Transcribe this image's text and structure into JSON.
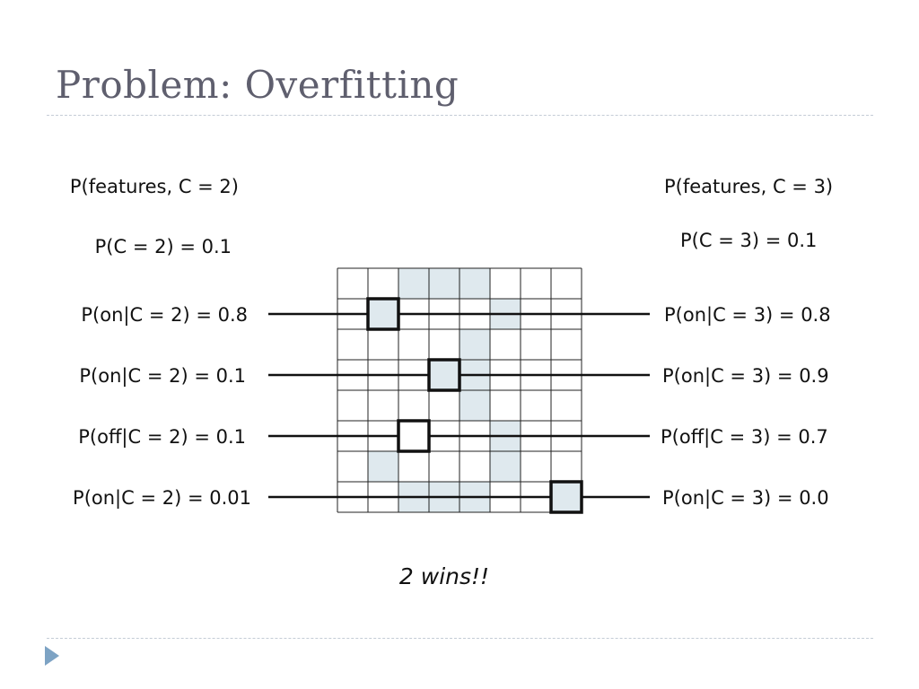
{
  "slide": {
    "title": "Problem: Overfitting",
    "conclusion": "2 wins!!"
  },
  "left_column": {
    "joint": "P(features, C = 2)",
    "prior": "P(C = 2) = 0.1",
    "rows": [
      "P(on|C = 2) = 0.8",
      "P(on|C = 2) = 0.1",
      "P(off|C = 2) = 0.1",
      "P(on|C = 2) = 0.01"
    ]
  },
  "right_column": {
    "joint": "P(features, C = 3)",
    "prior": "P(C = 3) = 0.1",
    "rows": [
      "P(on|C = 3) = 0.8",
      "P(on|C = 3) = 0.9",
      "P(off|C = 3) = 0.7",
      "P(on|C = 3) = 0.0"
    ]
  },
  "grid": {
    "rows": 8,
    "cols": 8,
    "shaded_cells": [
      [
        0,
        2
      ],
      [
        0,
        3
      ],
      [
        0,
        4
      ],
      [
        1,
        5
      ],
      [
        2,
        4
      ],
      [
        3,
        4
      ],
      [
        4,
        4
      ],
      [
        5,
        5
      ],
      [
        6,
        1
      ],
      [
        6,
        5
      ],
      [
        7,
        2
      ],
      [
        7,
        3
      ],
      [
        7,
        4
      ]
    ],
    "highlighted_cells": [
      [
        1,
        1
      ],
      [
        3,
        3
      ],
      [
        5,
        2
      ],
      [
        7,
        7
      ]
    ],
    "shade_color": "#dfe9ee"
  }
}
